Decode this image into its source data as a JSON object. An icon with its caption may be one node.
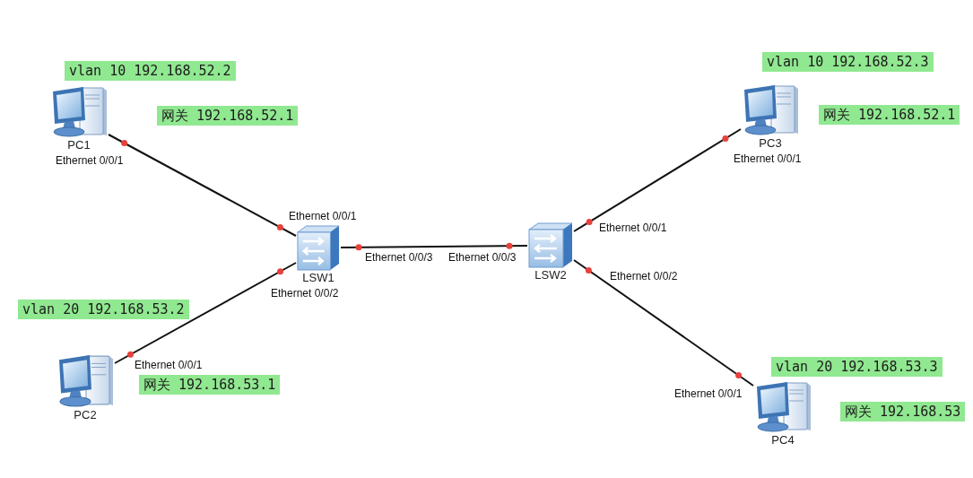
{
  "diagram": {
    "nodes": [
      {
        "text": [
          "PC1"
        ],
        "beside": [
          "vlan 10 192.168.52.2",
          "网关 192.168.52.1",
          "Ethernet 0/0/1"
        ]
      },
      {
        "text": [
          "PC3"
        ],
        "beside": [
          "vlan 10 192.168.52.3",
          "网关 192.168.52.1",
          "Ethernet 0/0/1"
        ]
      },
      {
        "text": [
          "LSW1"
        ],
        "beside": [
          "Ethernet 0/0/1",
          "Ethernet 0/0/3",
          "Ethernet 0/0/2"
        ]
      },
      {
        "text": [
          "LSW2"
        ],
        "beside": [
          "Ethernet 0/0/1",
          "Ethernet 0/0/3",
          "Ethernet 0/0/2"
        ]
      },
      {
        "text": [
          "PC2"
        ],
        "beside": [
          "vlan 20 192.168.53.2",
          "Ethernet 0/0/1",
          "网关 192.168.53.1"
        ]
      },
      {
        "text": [
          "PC4"
        ],
        "beside": [
          "vlan 20 192.168.53.3",
          "Ethernet 0/0/1",
          "网关 192.168.53"
        ]
      }
    ],
    "edges": [
      {
        "from": 0,
        "to": 2,
        "arrow": "none"
      },
      {
        "from": 4,
        "to": 2,
        "arrow": "none"
      },
      {
        "from": 2,
        "to": 3,
        "arrow": "none"
      },
      {
        "from": 3,
        "to": 1,
        "arrow": "none"
      },
      {
        "from": 3,
        "to": 5,
        "arrow": "none"
      }
    ]
  }
}
